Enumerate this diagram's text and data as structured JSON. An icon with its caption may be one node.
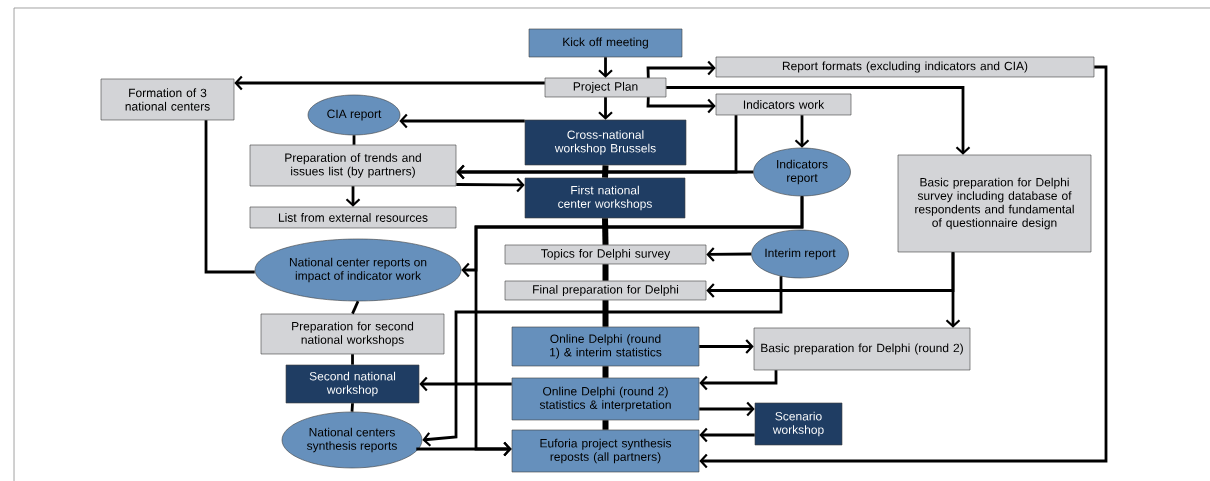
{
  "diagram": {
    "nodes": [
      {
        "text": [
          "Kick off meeting"
        ]
      },
      {
        "text": [
          "Project Plan"
        ]
      },
      {
        "text": [
          "Report formats (excluding indicators and CIA)"
        ]
      },
      {
        "text": [
          "Formation of 3 national centers"
        ]
      },
      {
        "text": [
          "Indicators work"
        ]
      },
      {
        "text": [
          "CIA report"
        ]
      },
      {
        "text": [
          "Cross-national workshop Brussels"
        ]
      },
      {
        "text": [
          "Preparation of trends and issues list (by partners)"
        ]
      },
      {
        "text": [
          "Indicators report"
        ]
      },
      {
        "text": [
          "Basic preparation for Delphi survey including database of respondents and fundamental of questionnaire design"
        ]
      },
      {
        "text": [
          "First national center workshops"
        ]
      },
      {
        "text": [
          "List from external resources"
        ]
      },
      {
        "text": [
          "Topics for Delphi survey"
        ]
      },
      {
        "text": [
          "Interim report"
        ]
      },
      {
        "text": [
          "National center reports on impact of indicator work"
        ]
      },
      {
        "text": [
          "Final preparation for Delphi"
        ]
      },
      {
        "text": [
          "Preparation for second national workshops"
        ]
      },
      {
        "text": [
          "Online Delphi (round 1) & interim statistics"
        ]
      },
      {
        "text": [
          "Basic preparation for Delphi (round 2)"
        ]
      },
      {
        "text": [
          "Second national workshop"
        ]
      },
      {
        "text": [
          "Online Delphi (round 2) statistics & interpretation"
        ]
      },
      {
        "text": [
          "Scenario workshop"
        ]
      },
      {
        "text": [
          "National centers synthesis reports"
        ]
      },
      {
        "text": [
          "Euforia project synthesis reposts (all partners)"
        ]
      }
    ],
    "edges": [
      {
        "from": 0,
        "to": 1,
        "arrow": "to"
      },
      {
        "from": 1,
        "to": 3,
        "arrow": "to"
      },
      {
        "from": 1,
        "to": 2,
        "arrow": "to"
      },
      {
        "from": 1,
        "to": 4,
        "arrow": "to"
      },
      {
        "from": 1,
        "to": 9,
        "arrow": "to"
      },
      {
        "from": 1,
        "to": 6,
        "arrow": "to"
      },
      {
        "from": 6,
        "to": 5,
        "arrow": "to"
      },
      {
        "from": 5,
        "to": 7,
        "arrow": "none"
      },
      {
        "from": 7,
        "to": 11,
        "arrow": "to"
      },
      {
        "from": 4,
        "to": 7,
        "arrow": "to"
      },
      {
        "from": 8,
        "to": 7,
        "arrow": "to"
      },
      {
        "from": 4,
        "to": 8,
        "arrow": "to"
      },
      {
        "from": 7,
        "to": 10,
        "arrow": "to"
      },
      {
        "from": 8,
        "to": 14,
        "arrow": "to"
      },
      {
        "from": 8,
        "to": 23,
        "arrow": "to"
      },
      {
        "from": 3,
        "to": 14,
        "arrow": "none"
      },
      {
        "from": 14,
        "to": 16,
        "arrow": "none"
      },
      {
        "from": 16,
        "to": 19,
        "arrow": "none"
      },
      {
        "from": 19,
        "to": 22,
        "arrow": "none"
      },
      {
        "from": 13,
        "to": 12,
        "arrow": "to"
      },
      {
        "from": 13,
        "to": 22,
        "arrow": "to"
      },
      {
        "from": 9,
        "to": 15,
        "arrow": "to"
      },
      {
        "from": 9,
        "to": 18,
        "arrow": "to"
      },
      {
        "from": 2,
        "to": 23,
        "arrow": "to"
      },
      {
        "from": 17,
        "to": 18,
        "arrow": "to"
      },
      {
        "from": 18,
        "to": 20,
        "arrow": "to"
      },
      {
        "from": 20,
        "to": 19,
        "arrow": "to"
      },
      {
        "from": 20,
        "to": 21,
        "arrow": "to"
      },
      {
        "from": 21,
        "to": 23,
        "arrow": "to"
      },
      {
        "from": 22,
        "to": 23,
        "arrow": "to"
      },
      {
        "from": 6,
        "to": 10,
        "arrow": "none",
        "style": "thick"
      },
      {
        "from": 10,
        "to": 12,
        "arrow": "none",
        "style": "thick"
      },
      {
        "from": 12,
        "to": 15,
        "arrow": "none",
        "style": "thick"
      },
      {
        "from": 15,
        "to": 17,
        "arrow": "none",
        "style": "thick"
      },
      {
        "from": 17,
        "to": 20,
        "arrow": "none",
        "style": "thick"
      },
      {
        "from": 20,
        "to": 23,
        "arrow": "none",
        "style": "thick"
      }
    ]
  }
}
